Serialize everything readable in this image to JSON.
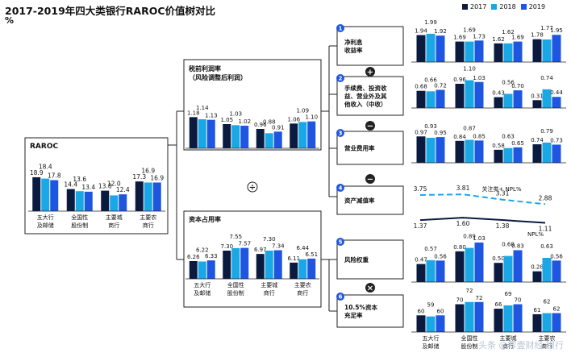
{
  "title": "2017-2019年四大类银行RAROC价值树对比",
  "unit": "%",
  "legend": [
    "2017",
    "2018",
    "2019"
  ],
  "colors": {
    "s2017": "#0b1a3f",
    "s2018": "#1aa7e6",
    "s2019": "#1f56e0",
    "line": "#0b1a3f",
    "dash": "#1aa7e6",
    "badge": "#1f56e0"
  },
  "categories": [
    "五大行及邮储",
    "全国性股份制",
    "主要城商行",
    "主要农商行"
  ],
  "boxes": {
    "raroc": "RAROC",
    "preprofit": "税前利润率（风险调整后利润）",
    "capital": "资本占用率",
    "items": [
      "净利息收益率",
      "手续费、投资收益、营业外及其他收入（中收）",
      "营业费用率",
      "资产减值率",
      "风险权重",
      "10.5%资本充足率"
    ]
  },
  "operators": [
    "÷",
    "+",
    "−",
    "−",
    "×"
  ],
  "npl_labels": {
    "top": "关注类+ NPL%",
    "bottom": "NPL%"
  },
  "watermark": "头条 @零壹财经·银行",
  "chart_data": [
    {
      "type": "bar",
      "title": "RAROC",
      "categories": [
        "五大行及邮储",
        "全国性股份制",
        "主要城商行",
        "主要农商行"
      ],
      "series": [
        {
          "name": "2017",
          "values": [
            18.9,
            14.4,
            13.8,
            17.3
          ]
        },
        {
          "name": "2018",
          "values": [
            18.4,
            13.6,
            12.0,
            16.9
          ]
        },
        {
          "name": "2019",
          "values": [
            17.8,
            13.4,
            12.4,
            16.9
          ]
        }
      ]
    },
    {
      "type": "bar",
      "title": "税前利润率（风险调整后利润）",
      "categories": [
        "五大行及邮储",
        "全国性股份制",
        "主要城商行",
        "主要农商行"
      ],
      "series": [
        {
          "name": "2017",
          "values": [
            1.18,
            1.05,
            0.96,
            1.06
          ]
        },
        {
          "name": "2018",
          "values": [
            1.14,
            1.03,
            0.88,
            1.09
          ]
        },
        {
          "name": "2019",
          "values": [
            1.13,
            1.02,
            0.91,
            1.1
          ]
        }
      ]
    },
    {
      "type": "bar",
      "title": "资本占用率",
      "categories": [
        "五大行及邮储",
        "全国性股份制",
        "主要城商行",
        "主要农商行"
      ],
      "series": [
        {
          "name": "2017",
          "values": [
            6.26,
            7.3,
            6.97,
            6.11
          ]
        },
        {
          "name": "2018",
          "values": [
            6.22,
            7.55,
            7.3,
            6.44
          ]
        },
        {
          "name": "2019",
          "values": [
            6.33,
            7.57,
            7.34,
            6.51
          ]
        }
      ]
    },
    {
      "type": "bar",
      "title": "净利息收益率",
      "categories": [
        "五大行及邮储",
        "全国性股份制",
        "主要城商行",
        "主要农商行"
      ],
      "series": [
        {
          "name": "2017",
          "values": [
            1.94,
            1.69,
            1.62,
            1.78
          ]
        },
        {
          "name": "2018",
          "values": [
            1.99,
            1.69,
            1.62,
            1.77
          ]
        },
        {
          "name": "2019",
          "values": [
            1.92,
            1.73,
            1.69,
            1.95
          ]
        }
      ]
    },
    {
      "type": "bar",
      "title": "手续费、投资收益、营业外及其他收入（中收）",
      "categories": [
        "五大行及邮储",
        "全国性股份制",
        "主要城商行",
        "主要农商行"
      ],
      "series": [
        {
          "name": "2017",
          "values": [
            0.68,
            0.96,
            0.43,
            0.31
          ]
        },
        {
          "name": "2018",
          "values": [
            0.66,
            1.1,
            0.56,
            0.74
          ]
        },
        {
          "name": "2019",
          "values": [
            0.72,
            1.03,
            0.7,
            0.44
          ]
        }
      ]
    },
    {
      "type": "bar",
      "title": "营业费用率",
      "categories": [
        "五大行及邮储",
        "全国性股份制",
        "主要城商行",
        "主要农商行"
      ],
      "series": [
        {
          "name": "2017",
          "values": [
            0.97,
            0.84,
            0.58,
            0.74
          ]
        },
        {
          "name": "2018",
          "values": [
            0.93,
            0.87,
            0.63,
            0.79
          ]
        },
        {
          "name": "2019",
          "values": [
            0.95,
            0.85,
            0.65,
            0.73
          ]
        }
      ]
    },
    {
      "type": "line",
      "title": "资产减值率",
      "categories": [
        "五大行及邮储",
        "全国性股份制",
        "主要城商行",
        "主要农商行"
      ],
      "series": [
        {
          "name": "关注类+ NPL%",
          "values": [
            3.75,
            3.81,
            3.31,
            2.88
          ]
        },
        {
          "name": "NPL%",
          "values": [
            1.37,
            1.6,
            1.38,
            1.11
          ]
        }
      ]
    },
    {
      "type": "bar",
      "title": "风险权重",
      "categories": [
        "五大行及邮储",
        "全国性股份制",
        "主要城商行",
        "主要农商行"
      ],
      "series": [
        {
          "name": "2017",
          "values": [
            0.47,
            0.8,
            0.5,
            0.28
          ]
        },
        {
          "name": "2018",
          "values": [
            0.57,
            0.89,
            0.68,
            0.63
          ]
        },
        {
          "name": "2019",
          "values": [
            0.56,
            1.03,
            0.83,
            0.56
          ]
        }
      ]
    },
    {
      "type": "bar",
      "title": "10.5%资本充足率",
      "categories": [
        "五大行及邮储",
        "全国性股份制",
        "主要城商行",
        "主要农商行"
      ],
      "series": [
        {
          "name": "2017",
          "values": [
            60,
            70,
            66,
            61
          ]
        },
        {
          "name": "2018",
          "values": [
            59,
            72,
            69,
            62
          ]
        },
        {
          "name": "2019",
          "values": [
            60,
            72,
            70,
            62
          ]
        }
      ]
    }
  ]
}
